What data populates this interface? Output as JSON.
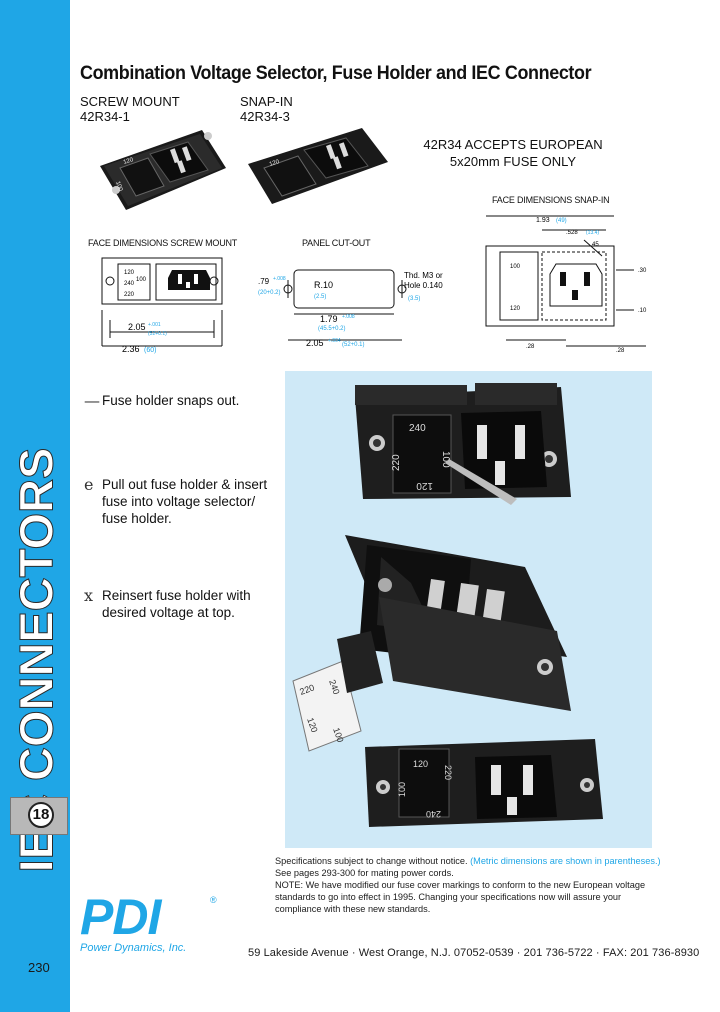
{
  "sidebar": {
    "title": "IEC CONNECTORS",
    "section_number": "18",
    "page_number": "230"
  },
  "header": {
    "title": "Combination Voltage Selector, Fuse Holder and IEC Connector"
  },
  "products": {
    "screw_mount_label": "SCREW MOUNT",
    "screw_mount_part": "42R34-1",
    "snap_in_label": "SNAP-IN",
    "snap_in_part": "42R34-3",
    "fuse_note_line1": "42R34 ACCEPTS EUROPEAN",
    "fuse_note_line2": "5x20mm FUSE ONLY"
  },
  "diagrams": {
    "face_screw_caption": "FACE DIMENSIONS SCREW MOUNT",
    "cutout_caption": "PANEL CUT-OUT",
    "face_snap_caption": "FACE DIMENSIONS SNAP-IN",
    "screw": {
      "w1": "2.05",
      "w1_tol": "+.001",
      "w1_mm": "(52+0.1)",
      "w2": "2.36",
      "w2_mm": "(60)",
      "v_120": "120",
      "v_100": "100",
      "v_240": "240",
      "v_220": "220"
    },
    "cutout": {
      "h": ".79",
      "h_tol": "+.008",
      "h_mm": "(20+0.2)",
      "r": "R.10",
      "r_mm": "(2.5)",
      "c": "1.79",
      "c_tol": "+.008",
      "c_mm": "(45.5+0.2)",
      "w": "2.05",
      "w_tol": "+.004",
      "w_mm": "(52+0.1)",
      "thread": "Thd. M3 or",
      "hole": "Hole 0.140",
      "hole_mm": "(3.5)"
    },
    "snap": {
      "top": "1.93",
      "top_mm": "(49)",
      "sub": ".528",
      "sub_mm": "(13.4)",
      "angle": "45",
      "right1": ".30",
      "right2": ".10",
      "bottom1": ".28",
      "bottom2": ".28",
      "v_100": "100",
      "v_120": "120"
    }
  },
  "steps": [
    {
      "marker": "—",
      "text": "Fuse holder snaps out."
    },
    {
      "marker": "e",
      "text": "Pull out fuse holder & insert fuse into voltage selector/ fuse holder."
    },
    {
      "marker": "x",
      "text": "Reinsert fuse holder with desired voltage at top."
    }
  ],
  "photo_labels": {
    "selector_top": "240",
    "selector_left": "220",
    "selector_right": "100",
    "selector_bottom": "120",
    "fuse_a": "220",
    "fuse_b": "240",
    "fuse_c": "120",
    "fuse_d": "100",
    "bottom_a": "120",
    "bottom_b": "220",
    "bottom_c": "100",
    "bottom_d": "240"
  },
  "notes": {
    "spec": "Specifications subject to change without notice.",
    "metric": "(Metric dimensions are shown in parentheses.)",
    "pages": "See pages 293-300 for mating power cords.",
    "note": "NOTE: We have modified our fuse cover markings to conform to the new European voltage standards to go into effect in 1995. Changing your specifications now will assure your compliance with these new standards."
  },
  "footer": {
    "logo": "PDI",
    "company": "Power Dynamics, Inc.",
    "address": "59 Lakeside Avenue · West Orange, N.J. 07052-0539 · 201 736-5722 · FAX: 201 736-8930"
  },
  "colors": {
    "brand_blue": "#1fa6e6",
    "photo_bg": "#cfe9f7"
  }
}
